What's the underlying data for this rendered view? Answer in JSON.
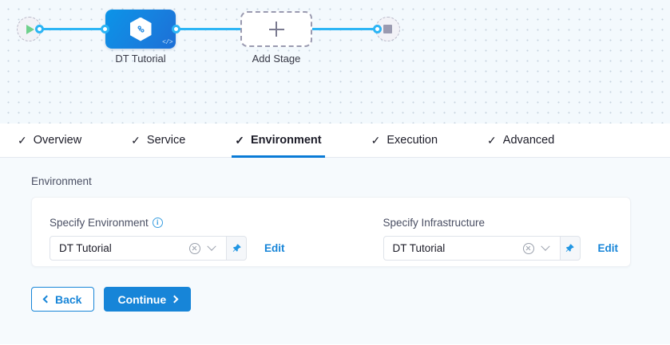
{
  "pipeline": {
    "start_node": {
      "icon": "play-icon",
      "name": "start-node"
    },
    "end_node": {
      "icon": "stop-icon",
      "name": "end-node"
    },
    "stage": {
      "label": "DT Tutorial",
      "icon": "harness-hexagon-icon",
      "badge": "</>"
    },
    "add_stage": {
      "label": "Add Stage",
      "icon": "plus-icon"
    },
    "connector_color": "#2cb5f5",
    "stage_color": "#1683e0"
  },
  "tabs": [
    {
      "label": "Overview",
      "check": "✓",
      "active": false
    },
    {
      "label": "Service",
      "check": "✓",
      "active": false
    },
    {
      "label": "Environment",
      "check": "✓",
      "active": true
    },
    {
      "label": "Execution",
      "check": "✓",
      "active": false
    },
    {
      "label": "Advanced",
      "check": "✓",
      "active": false
    }
  ],
  "content": {
    "section_title": "Environment",
    "environment_field": {
      "label": "Specify Environment",
      "info_icon": "i",
      "value": "DT Tutorial",
      "clear_icon": "clear-icon",
      "chevron_icon": "chevron-down-icon",
      "pin_icon": "pin-icon",
      "edit_label": "Edit"
    },
    "infrastructure_field": {
      "label": "Specify Infrastructure",
      "value": "DT Tutorial",
      "clear_icon": "clear-icon",
      "chevron_icon": "chevron-down-icon",
      "pin_icon": "pin-icon",
      "edit_label": "Edit"
    }
  },
  "footer": {
    "back_label": "Back",
    "continue_label": "Continue",
    "accent_color": "#1785d8"
  }
}
